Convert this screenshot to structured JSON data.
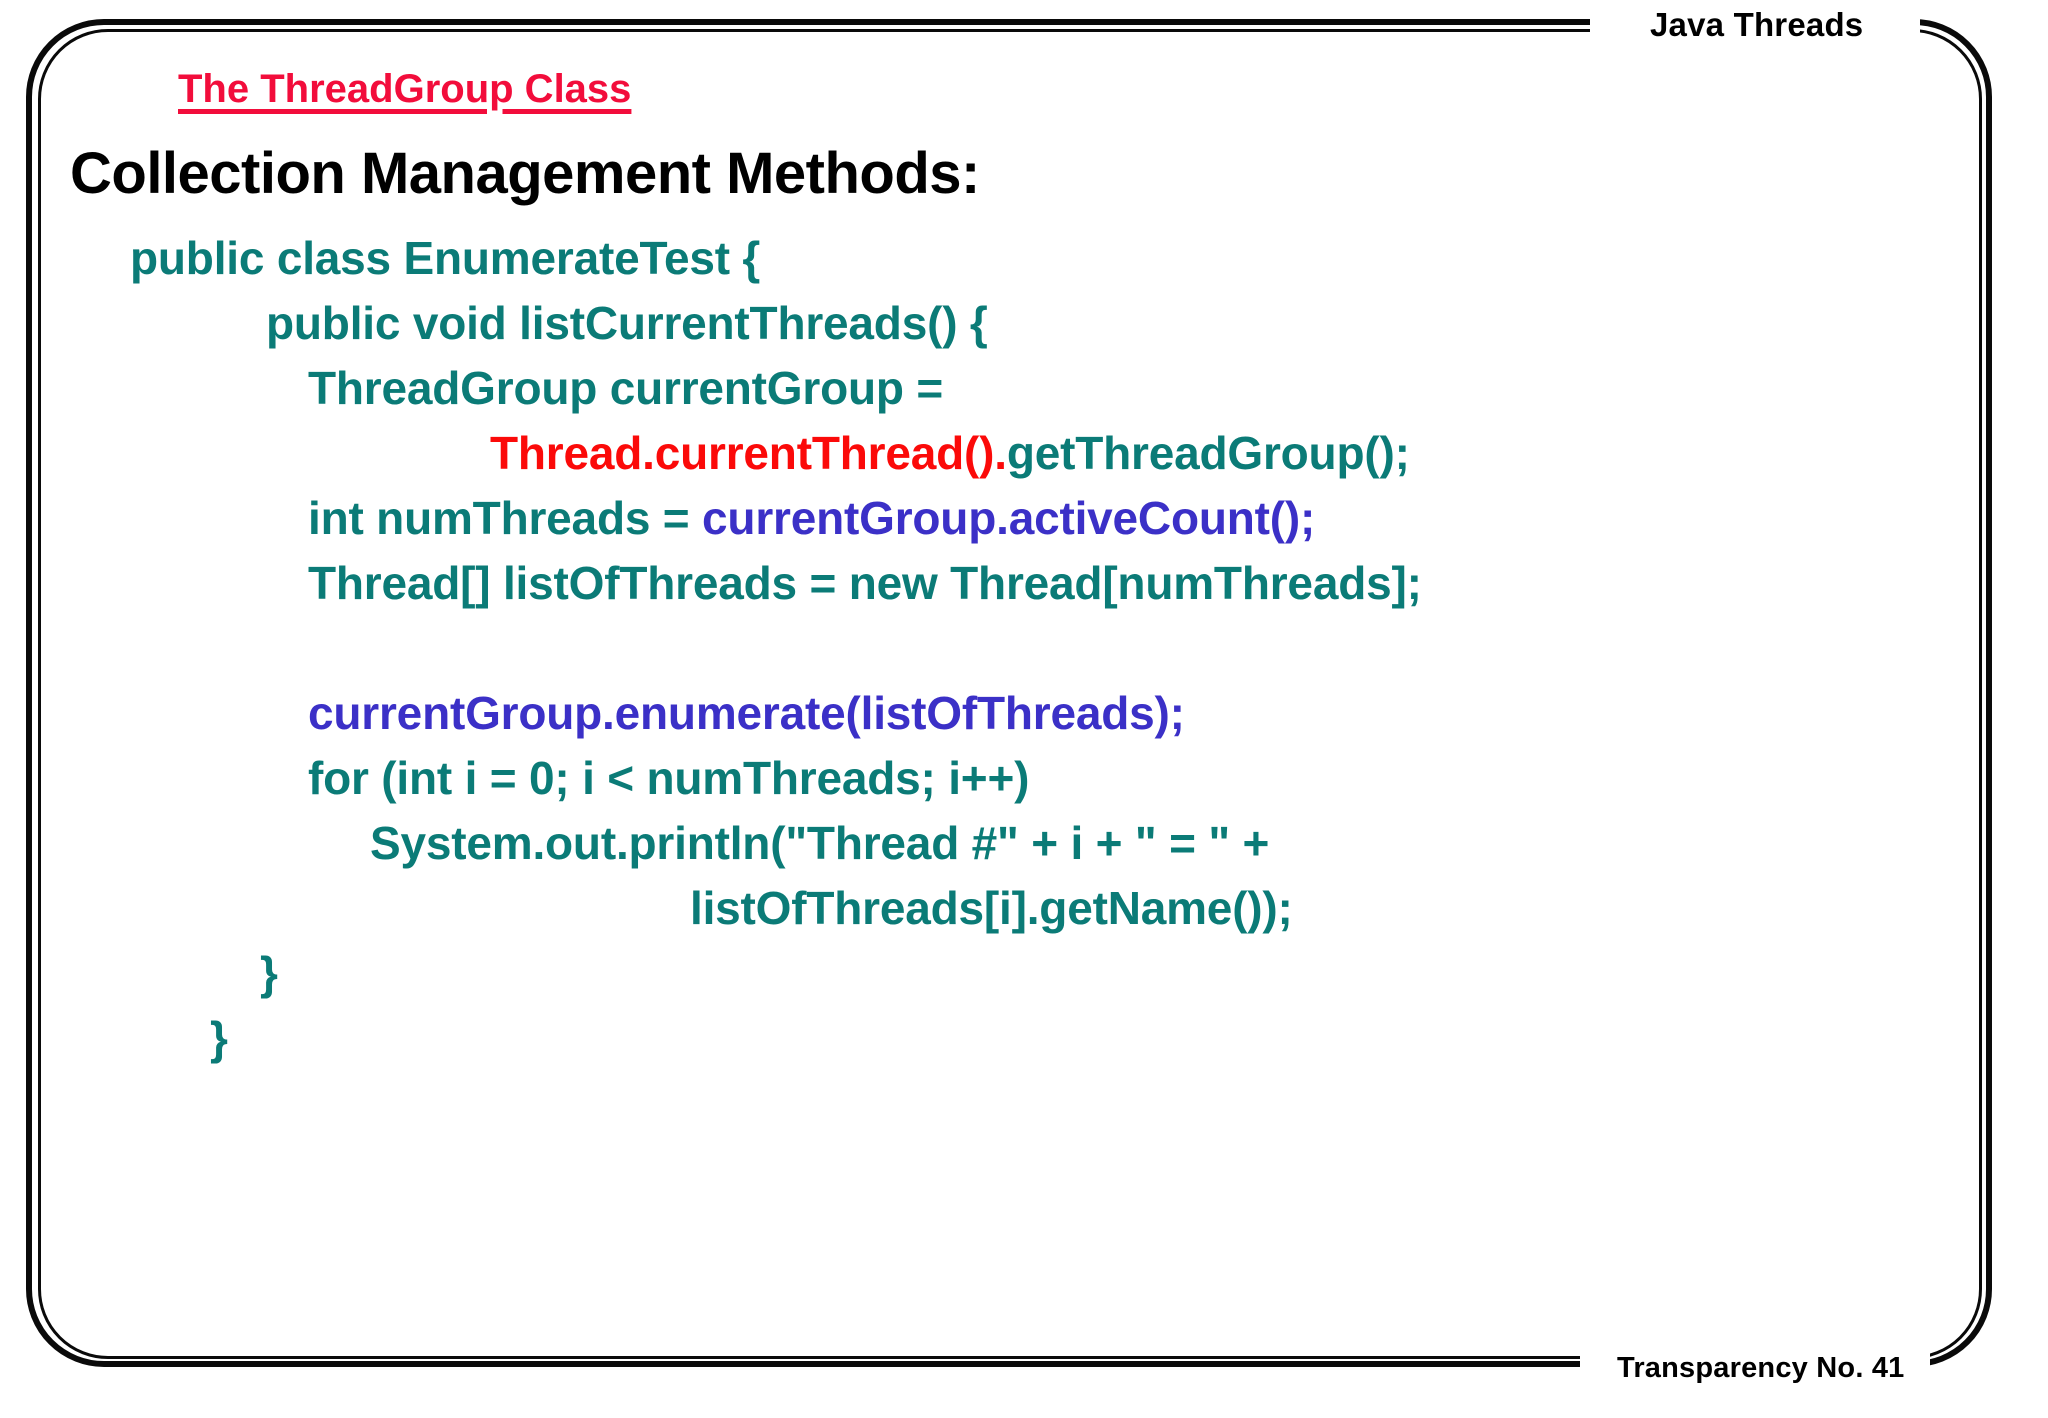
{
  "slide": {
    "header_label": "Java Threads",
    "footer_label": "Transparency No. 41",
    "subtitle": "The ThreadGroup Class",
    "heading": "Collection Management Methods:",
    "colors": {
      "subtitle_red": "#F20D3B",
      "code_teal": "#0B7B77",
      "code_red": "#FB0A09",
      "code_blue": "#3B30C7",
      "heading_black": "#000000",
      "frame_black": "#0A0A0A",
      "background": "#FFFFFF"
    }
  },
  "code": {
    "lines": [
      {
        "indent": 60,
        "segments": [
          {
            "text": "public class EnumerateTest {",
            "color": "teal"
          }
        ]
      },
      {
        "indent": 196,
        "segments": [
          {
            "text": "public void listCurrentThreads() {",
            "color": "teal"
          }
        ]
      },
      {
        "indent": 238,
        "segments": [
          {
            "text": "ThreadGroup currentGroup =",
            "color": "teal"
          }
        ]
      },
      {
        "indent": 420,
        "segments": [
          {
            "text": "Thread.currentThread().",
            "color": "red"
          },
          {
            "text": "getThreadGroup();",
            "color": "teal"
          }
        ]
      },
      {
        "indent": 238,
        "segments": [
          {
            "text": "int numThreads = ",
            "color": "teal"
          },
          {
            "text": "currentGroup.activeCount();",
            "color": "blue"
          }
        ]
      },
      {
        "indent": 238,
        "segments": [
          {
            "text": "Thread[] listOfThreads = new Thread[numThreads];",
            "color": "teal"
          }
        ]
      },
      {
        "indent": 0,
        "blank": true,
        "segments": []
      },
      {
        "indent": 238,
        "segments": [
          {
            "text": "currentGroup.enumerate(listOfThreads);",
            "color": "blue"
          }
        ]
      },
      {
        "indent": 238,
        "segments": [
          {
            "text": "for (int i = 0; i < numThreads; i++)",
            "color": "teal"
          }
        ]
      },
      {
        "indent": 300,
        "segments": [
          {
            "text": "System.out.println(\"Thread #\" + i + \" = \" +",
            "color": "teal"
          }
        ]
      },
      {
        "indent": 620,
        "segments": [
          {
            "text": "listOfThreads[i].getName());",
            "color": "teal"
          }
        ]
      },
      {
        "indent": 190,
        "segments": [
          {
            "text": "}",
            "color": "teal"
          }
        ]
      },
      {
        "indent": 140,
        "segments": [
          {
            "text": "}",
            "color": "teal"
          }
        ]
      }
    ]
  }
}
